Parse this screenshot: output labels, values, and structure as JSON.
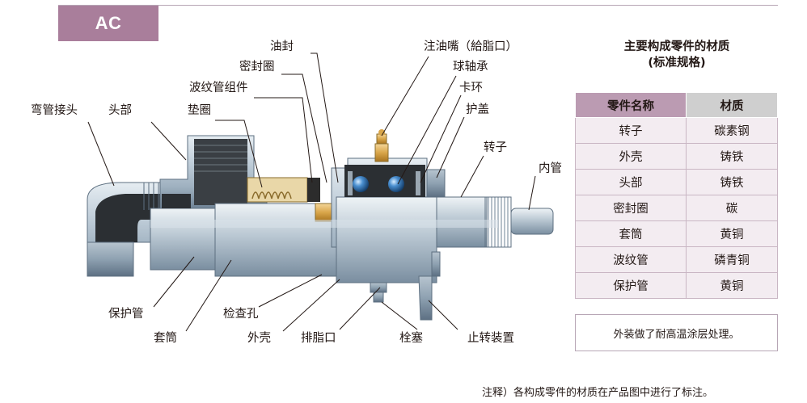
{
  "badge": "AC",
  "labels": {
    "elbow": "弯管接头",
    "head": "头部",
    "gasket": "垫圈",
    "bellows_assembly": "波纹管组件",
    "seal_ring": "密封圈",
    "oil_seal": "油封",
    "grease_nipple": "注油嘴（給脂口）",
    "ball_bearing": "球轴承",
    "snap_ring": "卡环",
    "cover": "护盖",
    "rotor": "转子",
    "inner_pipe": "内管",
    "protective_pipe": "保护管",
    "sleeve": "套筒",
    "inspection_hole": "检查孔",
    "housing": "外壳",
    "grease_drain": "排脂口",
    "plug": "栓塞",
    "rotation_stopper": "止转装置"
  },
  "table": {
    "title_line1": "主要构成零件的材质",
    "title_line2": "(标准规格)",
    "headers": [
      "零件名称",
      "材质"
    ],
    "rows": [
      [
        "转子",
        "碳素钢"
      ],
      [
        "外壳",
        "铸铁"
      ],
      [
        "头部",
        "铸铁"
      ],
      [
        "密封圈",
        "碳"
      ],
      [
        "套筒",
        "黄铜"
      ],
      [
        "波纹管",
        "磷青铜"
      ],
      [
        "保护管",
        "黄铜"
      ]
    ]
  },
  "surface_note": "外装做了耐高温涂层处理。",
  "footnote": "注释）各构成零件的材质在产品图中进行了标注。"
}
